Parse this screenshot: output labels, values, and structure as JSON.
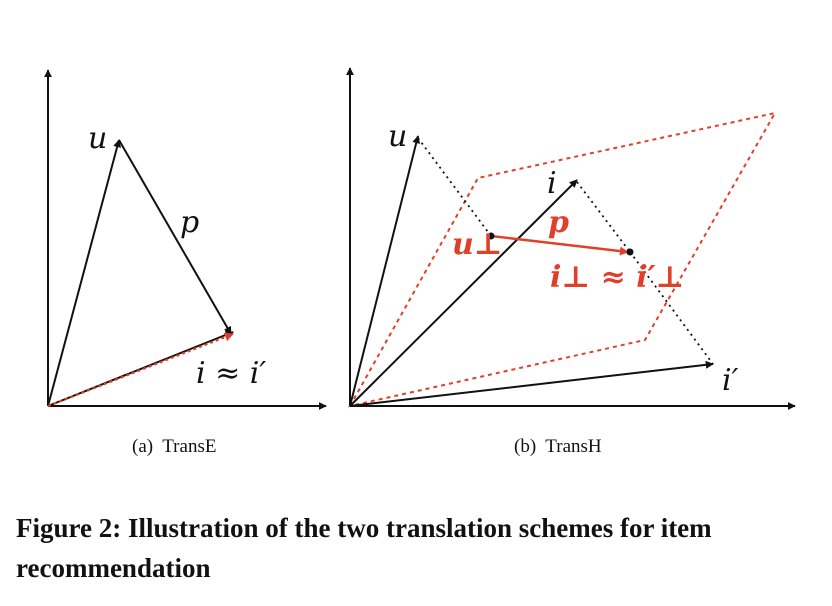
{
  "colors": {
    "ink": "#111111",
    "accent": "#e0402a"
  },
  "panel_a": {
    "label_u": "u",
    "label_p": "p",
    "label_equiv": "i ≈ i′",
    "caption": "(a)  TransE"
  },
  "panel_b": {
    "label_u": "u",
    "label_i": "i",
    "label_i_prime": "i′",
    "label_u_perp": "u⊥",
    "label_p": "p",
    "label_equiv": "i⊥ ≈ i′⊥",
    "caption": "(b)  TransH"
  },
  "figure_caption": "Figure 2: Illustration of the two translation schemes for item recommendation"
}
